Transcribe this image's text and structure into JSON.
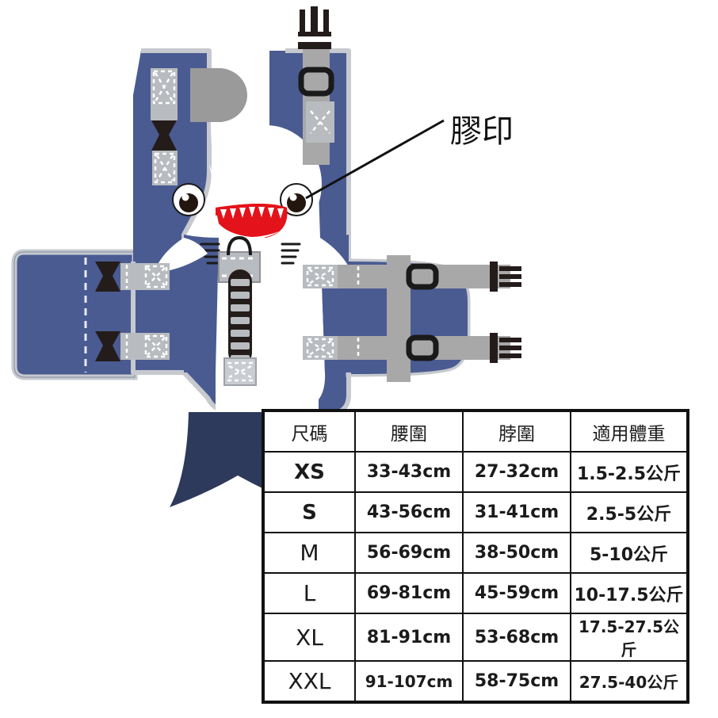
{
  "product": {
    "name": "shark-life-jacket",
    "annotation": {
      "label": "膠印",
      "target": "eye"
    },
    "colors": {
      "body_blue": "#4a5b92",
      "body_blue_dark": "#44548a",
      "tail_navy": "#2d3a5c",
      "trim_grey": "#c6c9ce",
      "webbing_grey": "#a8a8a8",
      "webbing_grey_dark": "#9a9a9a",
      "buckle_dark": "#241c1a",
      "belly_white": "#ffffff",
      "mouth_red": "#e4121a",
      "outline": "#111111"
    }
  },
  "size_table": {
    "headers": [
      "尺碼",
      "腰圍",
      "脖圍",
      "適用體重"
    ],
    "rows": [
      {
        "size": "XS",
        "waist": "33-43cm",
        "neck": "27-32cm",
        "weight": "1.5-2.5公斤"
      },
      {
        "size": "S",
        "waist": "43-56cm",
        "neck": "31-41cm",
        "weight": "2.5-5公斤"
      },
      {
        "size": "M",
        "waist": "56-69cm",
        "neck": "38-50cm",
        "weight": "5-10公斤"
      },
      {
        "size": "L",
        "waist": "69-81cm",
        "neck": "45-59cm",
        "weight": "10-17.5公斤"
      },
      {
        "size": "XL",
        "waist": "81-91cm",
        "neck": "53-68cm",
        "weight": "17.5-27.5公斤"
      },
      {
        "size": "XXL",
        "waist": "91-107cm",
        "neck": "58-75cm",
        "weight": "27.5-40公斤"
      }
    ]
  }
}
